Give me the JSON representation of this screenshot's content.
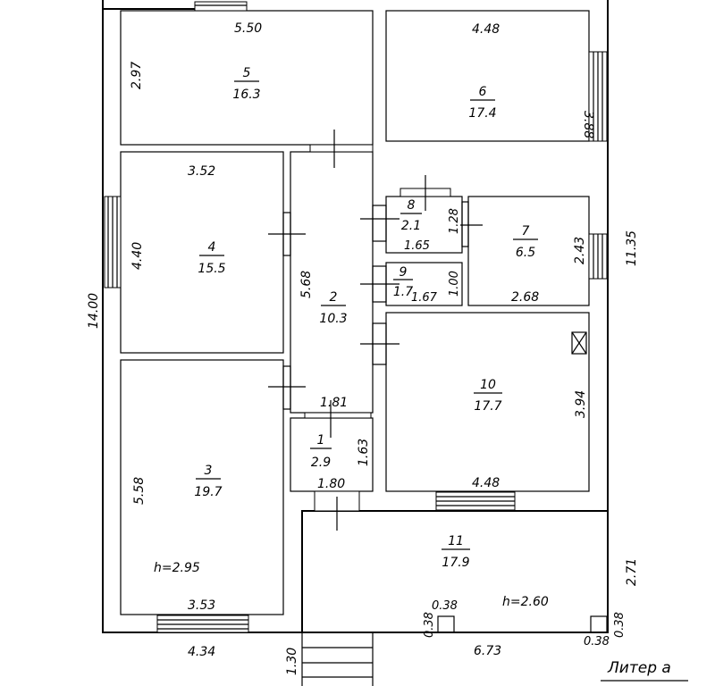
{
  "rooms": [
    {
      "id": "1",
      "number": "1",
      "area": "2.9"
    },
    {
      "id": "2",
      "number": "2",
      "area": "10.3"
    },
    {
      "id": "3",
      "number": "3",
      "area": "19.7"
    },
    {
      "id": "4",
      "number": "4",
      "area": "15.5"
    },
    {
      "id": "5",
      "number": "5",
      "area": "16.3"
    },
    {
      "id": "6",
      "number": "6",
      "area": "17.4"
    },
    {
      "id": "7",
      "number": "7",
      "area": "6.5"
    },
    {
      "id": "8",
      "number": "8",
      "area": "2.1"
    },
    {
      "id": "9",
      "number": "9",
      "area": "1.7"
    },
    {
      "id": "10",
      "number": "10",
      "area": "17.7"
    },
    {
      "id": "11",
      "number": "11",
      "area": "17.9"
    }
  ],
  "dimensions": {
    "d_5_50": "5.50",
    "d_2_97": "2.97",
    "d_4_48_top": "4.48",
    "d_3_88": "3.88",
    "d_3_52": "3.52",
    "d_4_40": "4.40",
    "d_5_68": "5.68",
    "d_1_28": "1.28",
    "d_1_65": "1.65",
    "d_1_00": "1.00",
    "d_1_67": "1.67",
    "d_2_43": "2.43",
    "d_2_68": "2.68",
    "d_11_35": "11.35",
    "d_14_00": "14.00",
    "d_1_81": "1.81",
    "d_1_63": "1.63",
    "d_1_80": "1.80",
    "d_3_94": "3.94",
    "d_4_48_bottom": "4.48",
    "d_5_58": "5.58",
    "d_3_53": "3.53",
    "d_4_34": "4.34",
    "d_2_71": "2.71",
    "d_0_38_a": "0.38",
    "d_0_38_b": "0.38",
    "d_0_38_c": "0.38",
    "d_0_38_d": "0.38",
    "d_6_73": "6.73",
    "d_1_30": "1.30"
  },
  "heights": {
    "h_main": "h=2.95",
    "h_annex": "h=2.60"
  },
  "litera": "Литер а"
}
